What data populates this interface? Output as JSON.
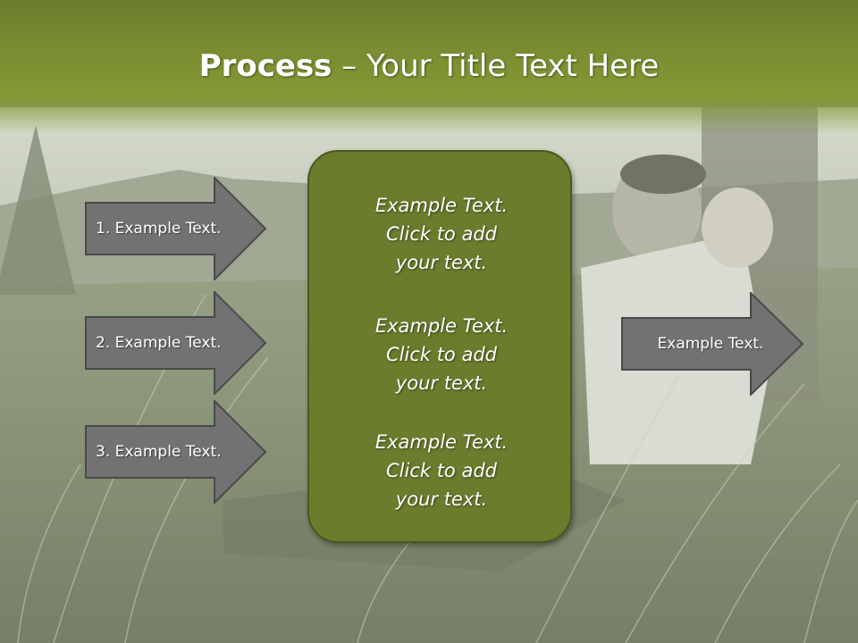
{
  "slide": {
    "title_bold": "Process",
    "title_rest": " – Your Title Text Here"
  },
  "left_arrows": [
    {
      "label": "1. Example Text."
    },
    {
      "label": "2. Example Text."
    },
    {
      "label": "3. Example Text."
    }
  ],
  "center_box": {
    "items": [
      {
        "text": "Example Text.\nClick  to add\nyour text."
      },
      {
        "text": "Example Text.\nClick  to add\nyour text."
      },
      {
        "text": "Example Text.\nClick  to add\nyour text."
      }
    ]
  },
  "right_arrow": {
    "label": "Example Text."
  },
  "colors": {
    "title_bar": "#7a8f30",
    "box_fill": "#6b7c2d",
    "arrow_fill": "#737373",
    "text": "#ffffff"
  },
  "background_image": "man-relaxing-in-grass-photo"
}
